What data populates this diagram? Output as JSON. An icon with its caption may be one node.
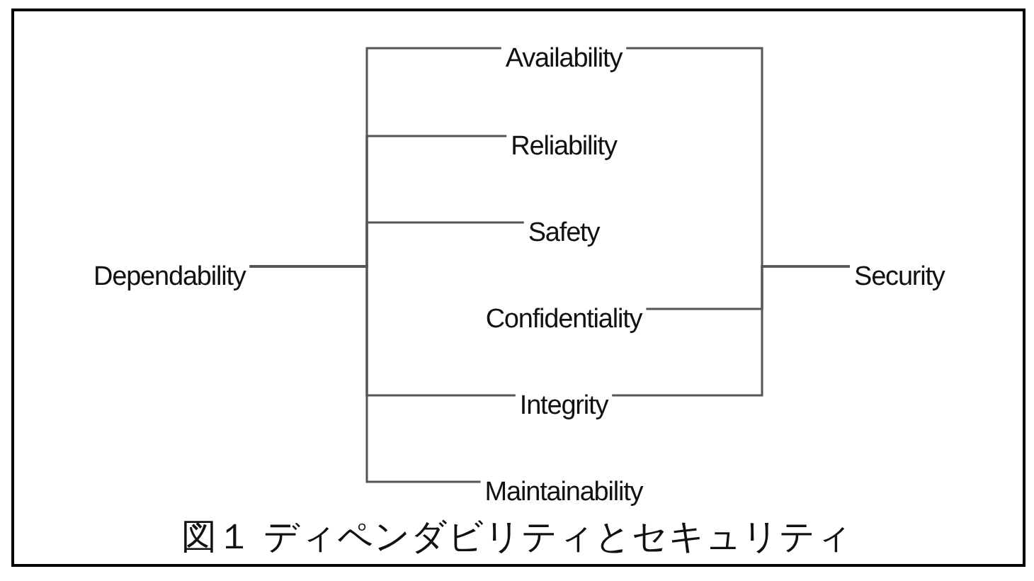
{
  "diagram": {
    "caption": "図１ ディペンダビリティとセキュリティ",
    "nodes": [
      {
        "text": [
          "Dependability"
        ]
      },
      {
        "text": [
          "Availability"
        ]
      },
      {
        "text": [
          "Reliability"
        ]
      },
      {
        "text": [
          "Safety"
        ]
      },
      {
        "text": [
          "Confidentiality"
        ]
      },
      {
        "text": [
          "Integrity"
        ]
      },
      {
        "text": [
          "Maintainability"
        ]
      },
      {
        "text": [
          "Security"
        ]
      }
    ],
    "edges": [
      {
        "from": 0,
        "to": 1,
        "arrow": "none"
      },
      {
        "from": 0,
        "to": 2,
        "arrow": "none"
      },
      {
        "from": 0,
        "to": 3,
        "arrow": "none"
      },
      {
        "from": 0,
        "to": 5,
        "arrow": "none"
      },
      {
        "from": 0,
        "to": 6,
        "arrow": "none"
      },
      {
        "from": 7,
        "to": 1,
        "arrow": "none"
      },
      {
        "from": 7,
        "to": 4,
        "arrow": "none"
      },
      {
        "from": 7,
        "to": 5,
        "arrow": "none"
      }
    ]
  }
}
